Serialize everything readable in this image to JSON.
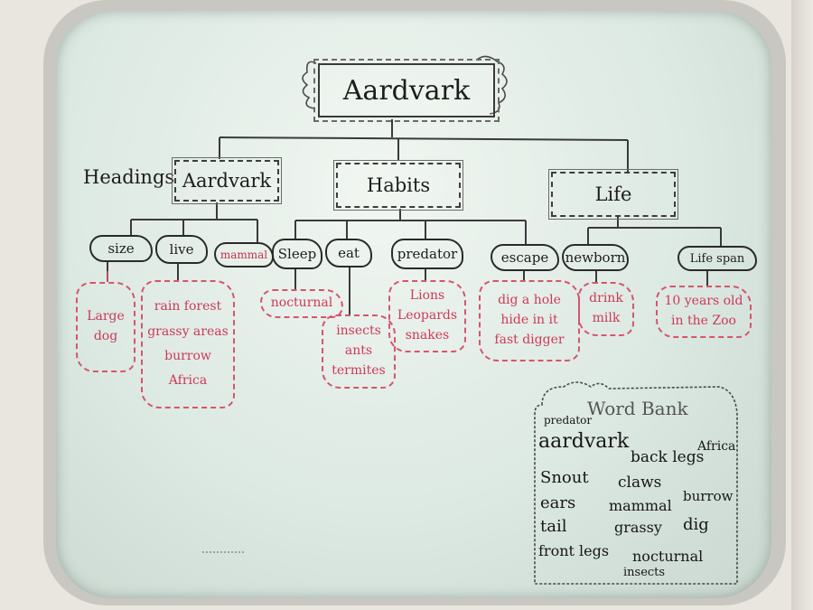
{
  "title": "Aardvark",
  "headings_label": "Headings",
  "headings": [
    {
      "id": "aardvark",
      "label": "Aardvark"
    },
    {
      "id": "habits",
      "label": "Habits"
    },
    {
      "id": "life",
      "label": "Life"
    }
  ],
  "categories": [
    {
      "label": "size",
      "details": [
        "Large",
        "dog"
      ]
    },
    {
      "label": "live",
      "details": [
        "rain forest",
        "grassy areas",
        "burrow",
        "Africa"
      ]
    },
    {
      "label": "mammal",
      "details": []
    },
    {
      "label": "Sleep",
      "details": [
        "nocturnal"
      ]
    },
    {
      "label": "eat",
      "details": [
        "insects",
        "ants",
        "termites"
      ]
    },
    {
      "label": "predator",
      "details": [
        "Lions",
        "Leopards",
        "snakes"
      ]
    },
    {
      "label": "escape",
      "details": [
        "dig a hole",
        "hide in it",
        "fast digger"
      ]
    },
    {
      "label": "newborn",
      "details": [
        "drink",
        "milk"
      ]
    },
    {
      "label": "Life span",
      "details": [
        "10 years old",
        "in the Zoo"
      ]
    }
  ],
  "word_bank": {
    "title": "Word Bank",
    "words": [
      "predator",
      "aardvark",
      "back legs",
      "Africa",
      "Snout",
      "claws",
      "burrow",
      "ears",
      "mammal",
      "tail",
      "grassy",
      "dig",
      "front legs",
      "nocturnal",
      "insects"
    ]
  },
  "colors": {
    "ink_black": "#1d1d1d",
    "ink_red": "#cc3a57",
    "board": "#e3ede8"
  }
}
